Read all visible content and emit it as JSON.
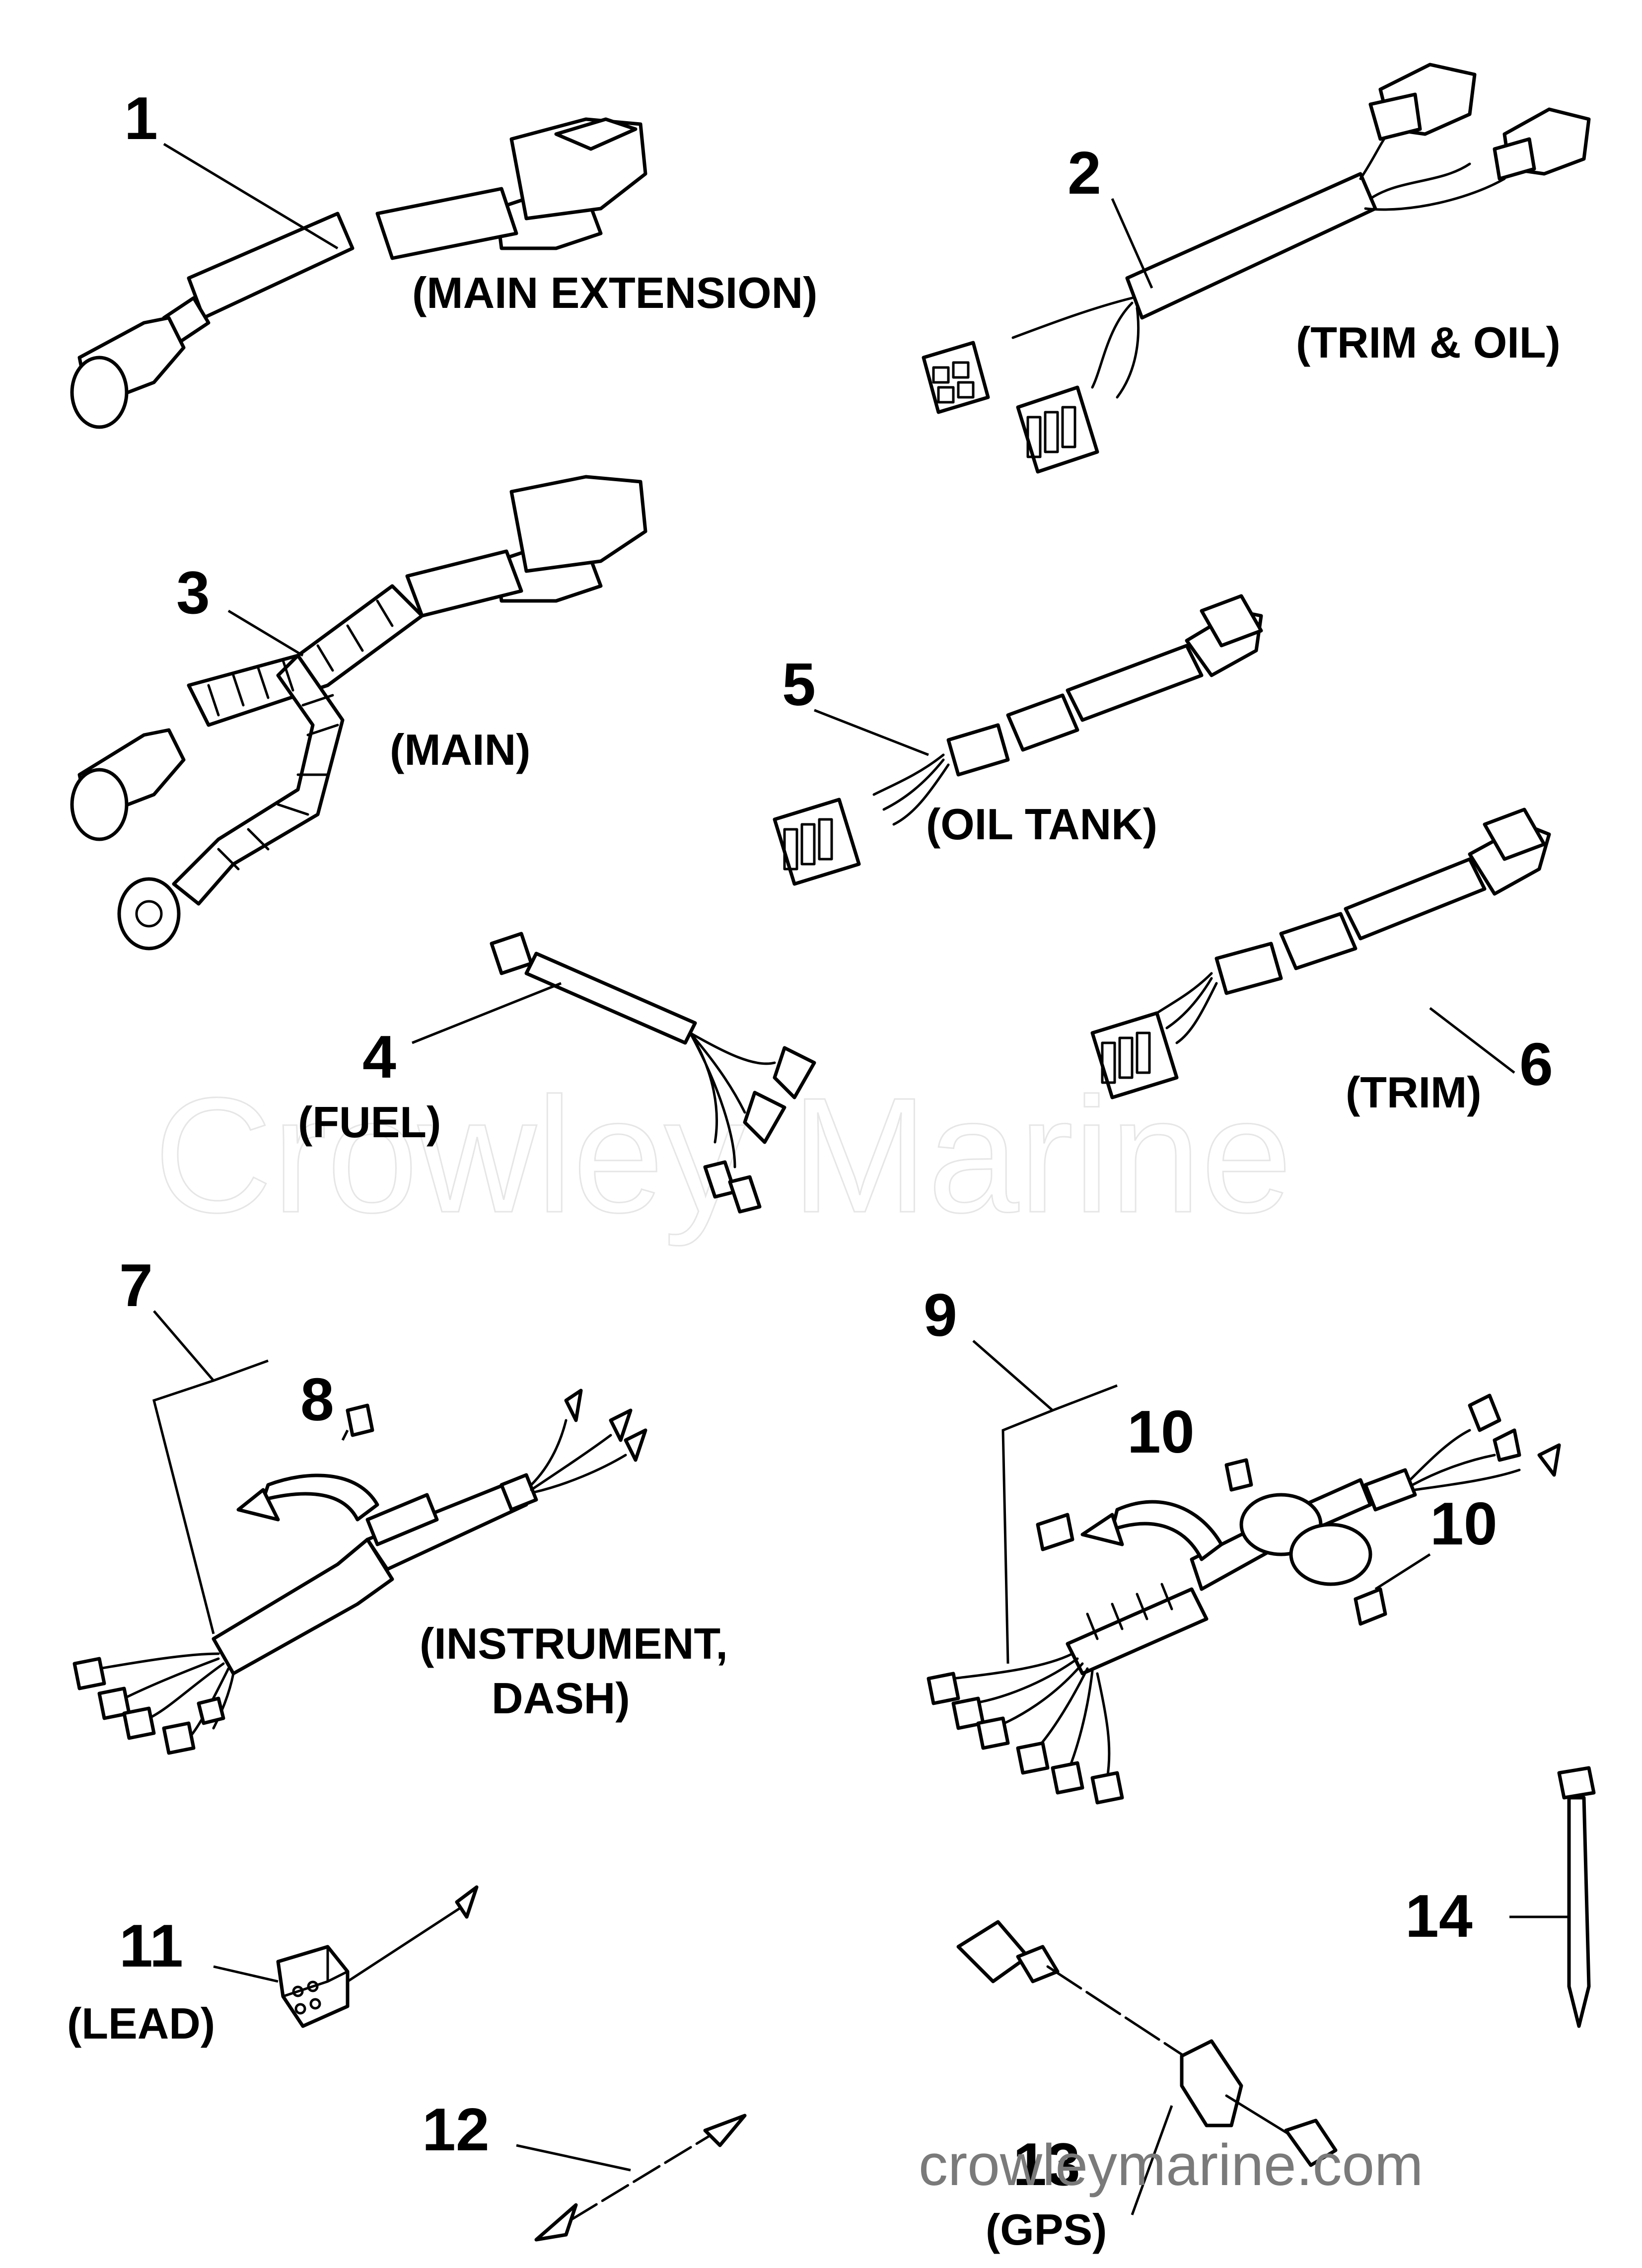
{
  "watermark": "Crowley Marine",
  "footer_watermark": "crowleymarine.com",
  "callouts": [
    {
      "id": "1",
      "caption": "(MAIN EXTENSION)"
    },
    {
      "id": "2",
      "caption": "(TRIM & OIL)"
    },
    {
      "id": "3",
      "caption": "(MAIN)"
    },
    {
      "id": "4",
      "caption": "(FUEL)"
    },
    {
      "id": "5",
      "caption": "(OIL TANK)"
    },
    {
      "id": "6",
      "caption": "(TRIM)"
    },
    {
      "id": "7",
      "caption": ""
    },
    {
      "id": "8",
      "caption": ""
    },
    {
      "id": "9",
      "caption": ""
    },
    {
      "id": "10",
      "caption": ""
    },
    {
      "id": "10",
      "caption": ""
    },
    {
      "id": "11",
      "caption": "(LEAD)"
    },
    {
      "id": "12",
      "caption": ""
    },
    {
      "id": "13",
      "caption": "(GPS)"
    },
    {
      "id": "14",
      "caption": ""
    }
  ],
  "captions_extra": {
    "instrument_line1": "(INSTRUMENT,",
    "instrument_line2": "DASH)"
  }
}
